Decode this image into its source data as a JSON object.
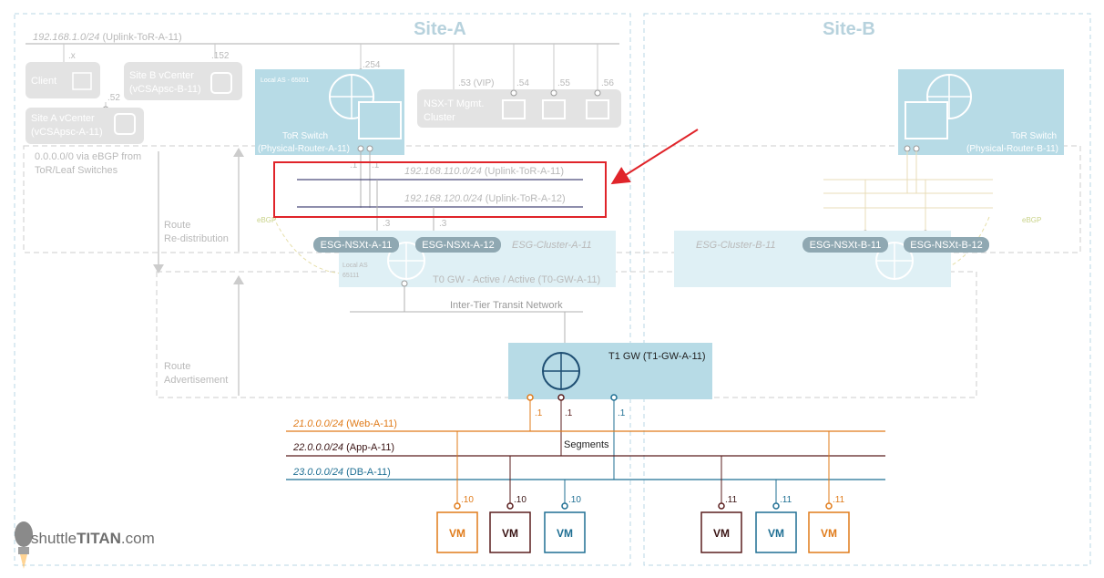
{
  "sites": {
    "a": "Site-A",
    "b": "Site-B"
  },
  "mgmt": {
    "subnet_prefix": "192.168.1.0/24",
    "subnet_name": " (Uplink-ToR-A-11)",
    "client": {
      "label": "Client",
      "octet": ".x"
    },
    "site_b_vc": {
      "line1": "Site B vCenter",
      "line2": "(vCSApsc-B-11)",
      "octet": ".152"
    },
    "site_a_vc": {
      "line1": "Site A vCenter",
      "line2": "(vCSApsc-A-11)",
      "octet": ".52"
    },
    "gw_octet": ".254",
    "nsx": {
      "line1": "NSX-T Mgmt.",
      "line2": "Cluster",
      "vip": ".53 (VIP)",
      "n1": ".54",
      "n2": ".55",
      "n3": ".56"
    }
  },
  "tor_a": {
    "local_as": "Local AS - 65001",
    "line1": "ToR Switch",
    "line2": "(Physical-Router-A-11)"
  },
  "tor_b": {
    "line1": "ToR Switch",
    "line2": "(Physical-Router-B-11)"
  },
  "uplinks": {
    "u1_prefix": "192.168.110.0/24",
    "u1_name": " (Uplink-ToR-A-11)",
    "u2_prefix": "192.168.120.0/24",
    "u2_name": " (Uplink-ToR-A-12)",
    "octet_a": ".1",
    "octet_b": ".1",
    "esg_a": ".3",
    "esg_b": ".3"
  },
  "notes": {
    "default_route_1": "0.0.0.0/0 via eBGP from",
    "default_route_2": "ToR/Leaf Switches",
    "redist_1": "Route",
    "redist_2": "Re-distribution",
    "adv_1": "Route",
    "adv_2": "Advertisement",
    "ebgp_left": "eBGP",
    "ebgp_right": "eBGP"
  },
  "edge_a": {
    "esg1": "ESG-NSXt-A-11",
    "esg2": "ESG-NSXt-A-12",
    "cluster": "ESG-Cluster-A-11",
    "local_as_1": "Local AS",
    "local_as_2": "65111",
    "t0": "T0 GW - Active / Active (T0-GW-A-11)"
  },
  "edge_b": {
    "cluster": "ESG-Cluster-B-11",
    "esg1": "ESG-NSXt-B-11",
    "esg2": "ESG-NSXt-B-12"
  },
  "transit": "Inter-Tier Transit Network",
  "t1": {
    "label": "T1 GW (T1-GW-A-11)",
    "web_octet": ".1",
    "app_octet": ".1",
    "db_octet": ".1"
  },
  "segments": {
    "label": "Segments",
    "web": {
      "prefix": "21.0.0.0/24",
      "name": " (Web-A-11)"
    },
    "app": {
      "prefix": "22.0.0.0/24",
      "name": " (App-A-11)"
    },
    "db": {
      "prefix": "23.0.0.0/24",
      "name": " (DB-A-11)"
    }
  },
  "vms": [
    {
      "label": "VM",
      "octet": ".10",
      "segment": "web"
    },
    {
      "label": "VM",
      "octet": ".10",
      "segment": "app"
    },
    {
      "label": "VM",
      "octet": ".10",
      "segment": "db"
    },
    {
      "label": "VM",
      "octet": ".11",
      "segment": "app"
    },
    {
      "label": "VM",
      "octet": ".11",
      "segment": "db"
    },
    {
      "label": "VM",
      "octet": ".11",
      "segment": "web"
    }
  ],
  "watermark": {
    "prefix": "shuttle",
    "brand": "TITAN",
    "suffix": ".com"
  },
  "colors": {
    "web": "#e07b1a",
    "app": "#5a1e1e",
    "db": "#1f6f93",
    "highlight": "#e0242a",
    "panel": "#b7dbe6",
    "panel_light": "#dff0f5",
    "border_dash": "#b9d7e6",
    "faded_text": "#b5b5b5"
  }
}
